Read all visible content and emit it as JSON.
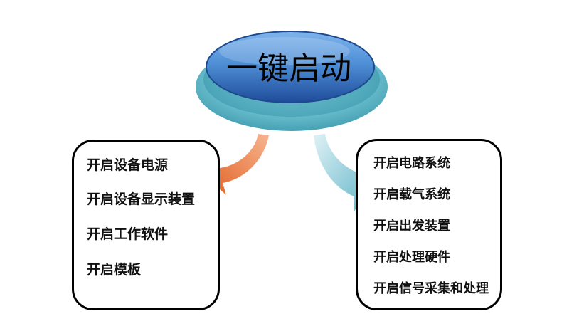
{
  "title": "一键启动",
  "left_box": {
    "items": [
      "开启设备电源",
      "开启设备显示装置",
      "开启工作软件",
      "开启模板"
    ]
  },
  "right_box": {
    "items": [
      "开启电路系统",
      "开启载气系统",
      "开启出发装置",
      "开启处理硬件",
      "开启信号采集和处理"
    ]
  },
  "colors": {
    "title_top": "#4f8fd6",
    "title_bottom": "#1f4c9a",
    "base_ring": "#54b2c4",
    "arrow_left": "#e2682e",
    "arrow_right": "#7ec4d3",
    "box_border": "#000000"
  }
}
